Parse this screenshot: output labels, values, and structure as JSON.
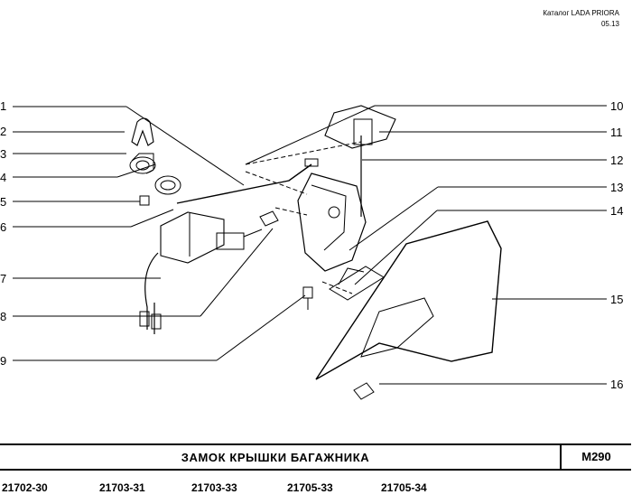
{
  "header": {
    "catalog": "Каталог  LADA  PRIORA",
    "date": "05.13"
  },
  "callouts": [
    "1",
    "2",
    "3",
    "4",
    "5",
    "6",
    "7",
    "8",
    "9",
    "10",
    "11",
    "12",
    "13",
    "14",
    "15",
    "16"
  ],
  "title_bar": {
    "title": "ЗАМОК  КРЫШКИ  БАГАЖНИКА",
    "code": "M290"
  },
  "models": [
    "21702-30",
    "21703-31",
    "21703-33",
    "21705-33",
    "21705-34"
  ]
}
